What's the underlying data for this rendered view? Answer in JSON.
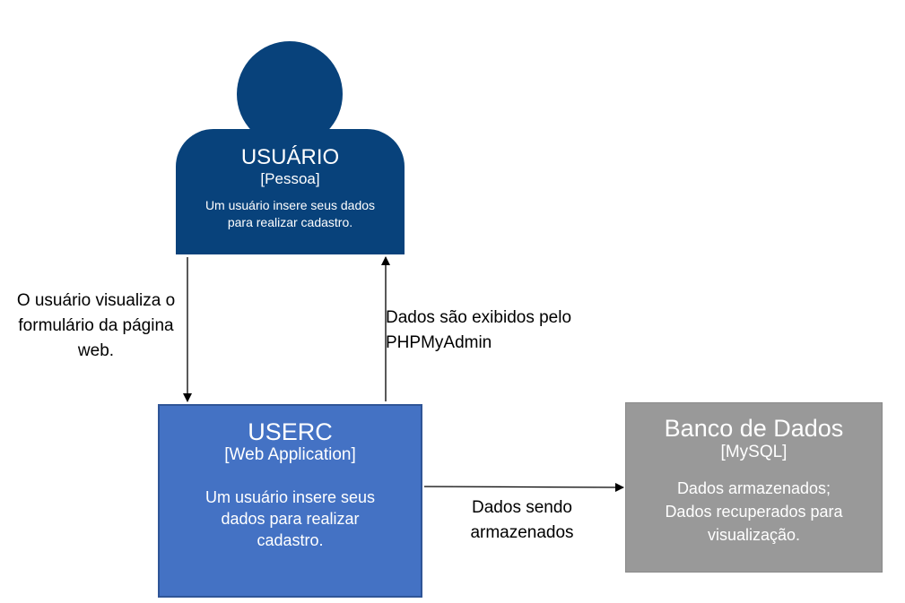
{
  "nodes": {
    "user": {
      "title": "USUÁRIO",
      "type": "[Pessoa]",
      "description": "Um usuário insere seus dados para realizar cadastro."
    },
    "webapp": {
      "title": "USERC",
      "type": "[Web Application]",
      "description": "Um usuário insere seus dados para realizar cadastro."
    },
    "database": {
      "title": "Banco de Dados",
      "type": "[MySQL]",
      "description_line1": "Dados armazenados;",
      "description_line2": "Dados recuperados para visualização."
    }
  },
  "edges": {
    "user_to_app": "O usuário visualiza o formulário da página web.",
    "app_to_user": "Dados são exibidos pelo PHPMyAdmin",
    "app_to_db": "Dados sendo armazenados"
  },
  "colors": {
    "person": "#08427b",
    "container": "#4472c4",
    "external_system": "#999999"
  }
}
